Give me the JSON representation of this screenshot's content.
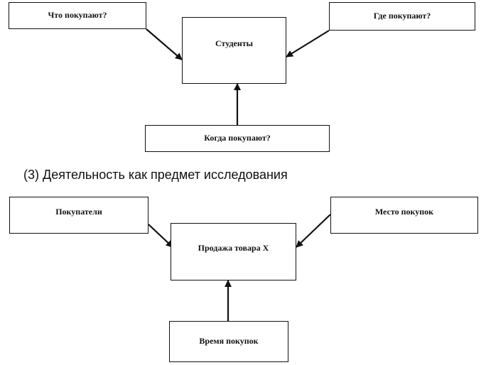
{
  "diagram1": {
    "center": "Студенты",
    "top_left": "Что покупают?",
    "top_right": "Где покупают?",
    "bottom": "Когда покупают?"
  },
  "caption": "(3) Деятельность как предмет исследования",
  "diagram2": {
    "center": "Продажа товара X",
    "top_left": "Покупатели",
    "top_right": "Место покупок",
    "bottom": "Время покупок"
  },
  "colors": {
    "ink": "#111111",
    "background": "#ffffff"
  }
}
